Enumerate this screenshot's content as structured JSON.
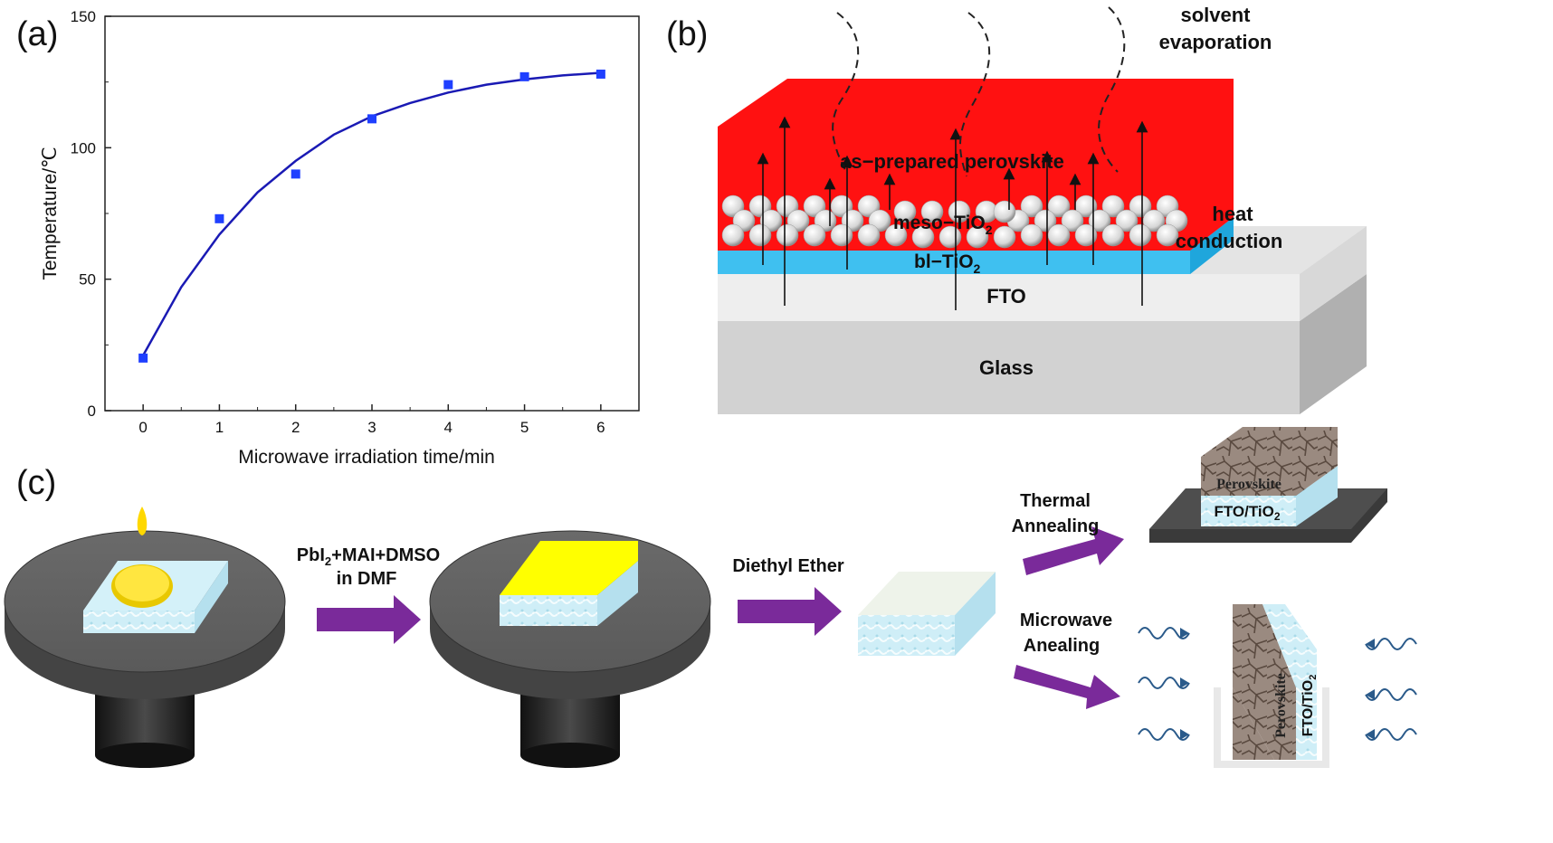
{
  "panels": {
    "a": "(a)",
    "b": "(b)",
    "c": "(c)"
  },
  "chart_data": {
    "type": "scatter",
    "title": "",
    "xlabel": "Microwave irradiation time/min",
    "ylabel": "Temperature/℃",
    "xlim": [
      -0.5,
      6.5
    ],
    "ylim": [
      0,
      150
    ],
    "xticks": [
      0,
      1,
      2,
      3,
      4,
      5,
      6
    ],
    "yticks": [
      0,
      50,
      100,
      150
    ],
    "series": [
      {
        "points": [
          [
            0,
            20
          ],
          [
            1,
            73
          ],
          [
            2,
            90
          ],
          [
            3,
            111
          ],
          [
            4,
            124
          ],
          [
            5,
            127
          ],
          [
            6,
            128
          ]
        ],
        "marker": "square",
        "color": "#1f3fff"
      }
    ],
    "fit_curve": {
      "color": "#1a1ab4",
      "x": [
        0,
        0.5,
        1,
        1.5,
        2,
        2.5,
        3,
        3.5,
        4,
        4.5,
        5,
        5.5,
        6
      ],
      "y": [
        21,
        47,
        67,
        83,
        95,
        105,
        112,
        117,
        121,
        124,
        126,
        127.5,
        128.5
      ]
    },
    "grid": false
  },
  "diagram_b": {
    "labels": {
      "solvent1": "solvent",
      "solvent2": "evaporation",
      "perovskite": "as−prepared  perovskite",
      "meso": "meso−TiO",
      "meso_sub": "2",
      "heat1": "heat",
      "heat2": "conduction",
      "bl": "bl−TiO",
      "bl_sub": "2",
      "fto": "FTO",
      "glass": "Glass"
    },
    "colors": {
      "perovskite": "#ff1111",
      "bl": "#3fc0f0",
      "fto": "#eeeeee",
      "glass": "#d4d4d4"
    }
  },
  "diagram_c": {
    "labels": {
      "precursor_line1": "PbI",
      "precursor_sub": "2",
      "precursor_rest": "+MAI+DMSO",
      "precursor_line2": "in DMF",
      "diethyl": "Diethyl Ether",
      "thermal1": "Thermal",
      "thermal2": "Annealing",
      "microwave1": "Microwave",
      "microwave2": "Anealing",
      "perovskite_top": "Perovskite",
      "fto_tio2": "FTO/TiO",
      "fto_tio2_sub": "2",
      "perovskite_side": "Perovskite",
      "fto_tio2_side": "FTO/TiO",
      "fto_tio2_side_sub": "2"
    },
    "colors": {
      "arrow": "#7a2a9a",
      "droplet": "#ffd800",
      "film": "#ffff00",
      "spincoater": "#6e6e6e",
      "wave": "#2a5a8a"
    }
  }
}
